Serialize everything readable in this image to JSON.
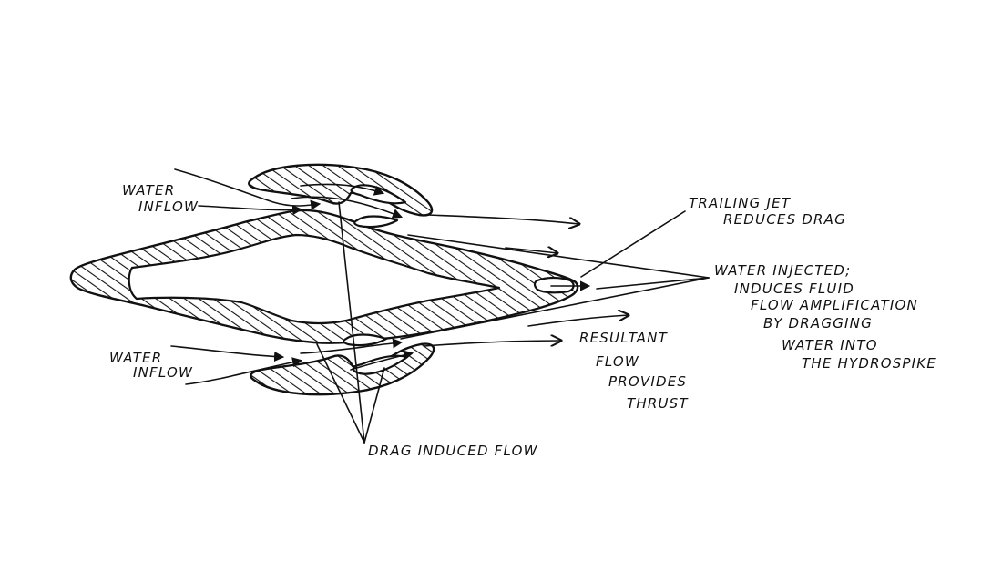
{
  "labels": {
    "water_inflow_top_1": "WATER",
    "water_inflow_top_2": "INFLOW",
    "water_inflow_bottom_1": "WATER",
    "water_inflow_bottom_2": "INFLOW",
    "trailing_jet_1": "TRAILING JET",
    "trailing_jet_2": "REDUCES DRAG",
    "water_injected_1": "WATER INJECTED;",
    "water_injected_2": "INDUCES FLUID",
    "water_injected_3": "FLOW AMPLIFICATION",
    "water_injected_4": "BY DRAGGING",
    "water_injected_5": "WATER INTO",
    "water_injected_6": "THE HYDROSPIKE",
    "resultant_1": "RESULTANT",
    "resultant_2": "FLOW",
    "resultant_3": "PROVIDES",
    "resultant_4": "THRUST",
    "drag_induced": "DRAG INDUCED FLOW"
  },
  "colors": {
    "ink": "#111111",
    "paper": "#ffffff"
  }
}
